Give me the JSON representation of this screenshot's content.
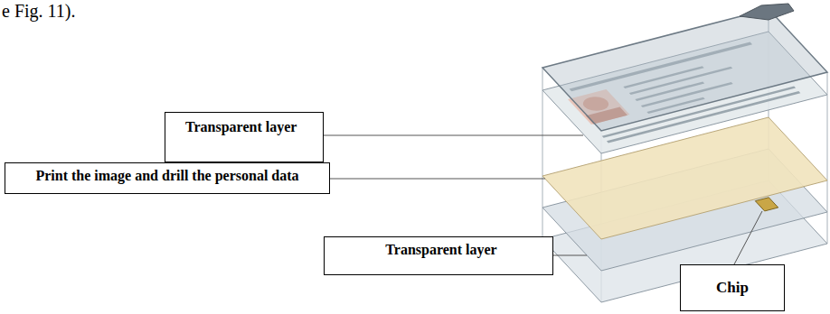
{
  "diagram": {
    "nodes": [
      {
        "text": [
          "Transparent layer"
        ]
      },
      {
        "text": [
          "Print the image and drill the personal data"
        ]
      },
      {
        "text": [
          "Transparent layer"
        ]
      },
      {
        "text": [
          "Chip"
        ]
      }
    ],
    "labels": [
      "e Fig. 11)."
    ]
  }
}
